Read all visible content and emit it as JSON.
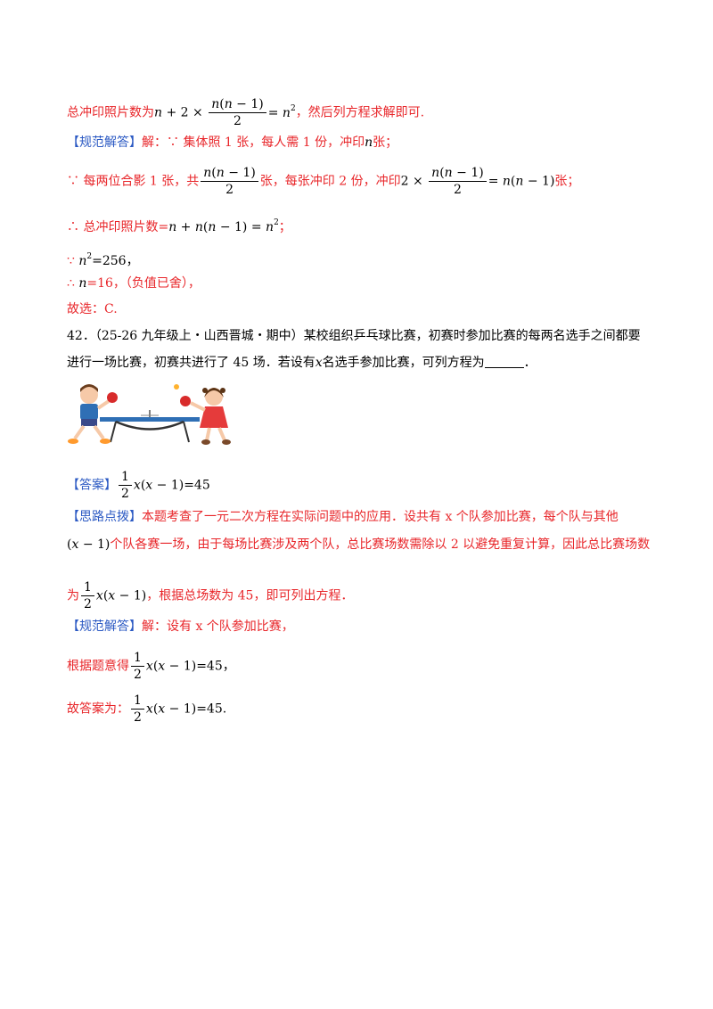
{
  "prev": {
    "l1_pre": "总冲印照片数为",
    "l1_post": "，然后列方程求解即可.",
    "l2_tag": "【规范解答】",
    "l2_text": "解：∵ 集体照 1 张，每人需 1 份，冲印",
    "l2_end": "张；",
    "l3_a": "∵ 每两位合影 1 张，共",
    "l3_b": "张，每张冲印 2 份，冲印",
    "l3_c": "张；",
    "l4_a": "∴ 总冲印照片数=",
    "l5_a": "∵ ",
    "l5_b": "=256，",
    "l6_a": "∴ ",
    "l6_b": "=16，（负值已舍），",
    "l7": "故选：C."
  },
  "question": {
    "number": "42．",
    "source": "（25-26 九年级上・山西晋城・期中）",
    "text1": "某校组织乒乓球比赛，初赛时参加比赛的每两名选手之间都要",
    "text2_a": "进行一场比赛，初赛共进行了 45 场．若设有",
    "text2_var": "x",
    "text2_b": "名选手参加比赛，可列方程为",
    "text2_end": "．"
  },
  "answer": {
    "tag": "【答案】",
    "expr": "=45"
  },
  "hint": {
    "tag": "【思路点拨】",
    "l1": "本题考查了一元二次方程在实际问题中的应用．设共有 x 个队参加比赛，每个队与其他",
    "l2": "个队各赛一场，由于每场比赛涉及两个队，总比赛场数需除以 2 以避免重复计算，因此总比赛场数",
    "l3_a": "为",
    "l3_b": "，根据总场数为 45，即可列出方程．"
  },
  "solution": {
    "tag": "【规范解答】",
    "l1": "解：设有 x 个队参加比赛，",
    "l2_a": "根据题意得",
    "l2_b": "=45，",
    "l3_a": "故答案为：",
    "l3_b": "=45."
  },
  "colors": {
    "red": "#e8262a",
    "blue": "#2b59c3",
    "table": "#2f6fb5"
  }
}
